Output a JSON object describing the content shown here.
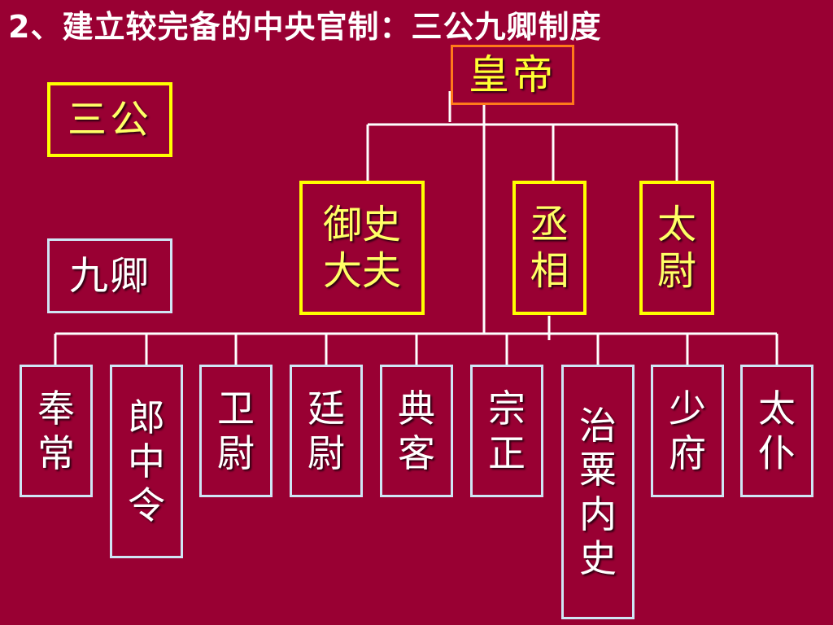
{
  "title": "2、建立较完备的中央官制：三公九卿制度",
  "colors": {
    "background": "#990033",
    "gong_border": "#ffff00",
    "qing_border": "#cfe6f5",
    "emperor_border": "#ff7a1a",
    "line": "#ffffff"
  },
  "emperor": {
    "label": "皇帝"
  },
  "legend": {
    "san_gong": "三公",
    "jiu_qing": "九卿"
  },
  "san_gong": [
    {
      "lines": [
        "御史",
        "大夫"
      ]
    },
    {
      "lines": [
        "丞",
        "相"
      ]
    },
    {
      "lines": [
        "太",
        "尉"
      ]
    }
  ],
  "jiu_qing": [
    {
      "lines": [
        "奉",
        "常"
      ]
    },
    {
      "lines": [
        "郎",
        "中",
        "令"
      ]
    },
    {
      "lines": [
        "卫",
        "尉"
      ]
    },
    {
      "lines": [
        "廷",
        "尉"
      ]
    },
    {
      "lines": [
        "典",
        "客"
      ]
    },
    {
      "lines": [
        "宗",
        "正"
      ]
    },
    {
      "lines": [
        "治",
        "粟",
        "内",
        "史"
      ]
    },
    {
      "lines": [
        "少",
        "府"
      ]
    },
    {
      "lines": [
        "太",
        "仆"
      ]
    }
  ]
}
